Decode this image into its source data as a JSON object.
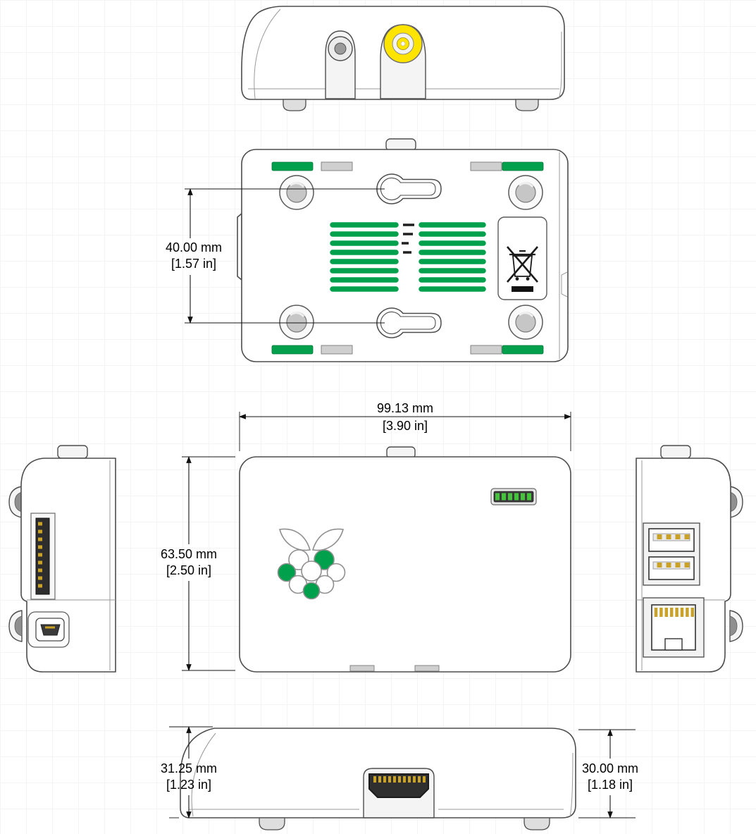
{
  "dimensions": {
    "keyhole_spacing": {
      "mm": "40.00 mm",
      "in": "[1.57 in]"
    },
    "overall_width": {
      "mm": "99.13 mm",
      "in": "[3.90 in]"
    },
    "overall_height": {
      "mm": "63.50 mm",
      "in": "[2.50 in]"
    },
    "side_height_left": {
      "mm": "31.25 mm",
      "in": "[1.23 in]"
    },
    "side_height_right": {
      "mm": "30.00 mm",
      "in": "[1.18 in]"
    }
  },
  "colors": {
    "accent_green": "#00A04C",
    "rca_yellow": "#FFE400",
    "contact_gold": "#C9A227",
    "led_green": "#46C33C",
    "outline": "#4D4D4D"
  }
}
